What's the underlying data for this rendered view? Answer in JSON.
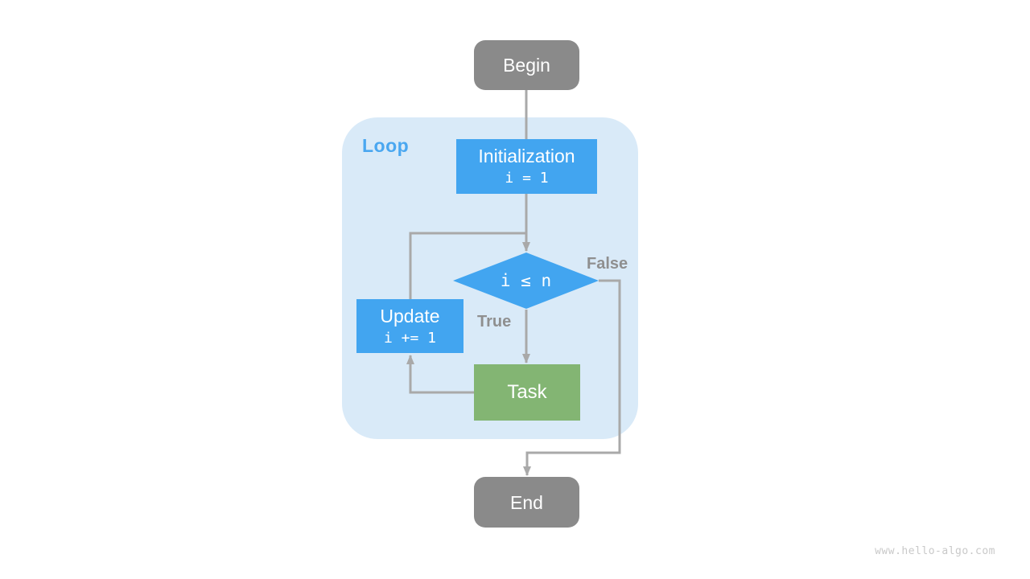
{
  "diagram": {
    "type": "flowchart",
    "loop_container_label": "Loop",
    "nodes": {
      "begin": {
        "label": "Begin"
      },
      "initialization": {
        "label": "Initialization",
        "code": "i = 1"
      },
      "condition": {
        "label": "i ≤ n"
      },
      "update": {
        "label": "Update",
        "code": "i += 1"
      },
      "task": {
        "label": "Task"
      },
      "end": {
        "label": "End"
      }
    },
    "edge_labels": {
      "true": "True",
      "false": "False"
    },
    "colors": {
      "node-blue": "#42a5f0",
      "node-green": "#83b573",
      "node-gray": "#8a8a8a",
      "loop-bg": "#d9eaf8",
      "loop-label": "#4aa7f0",
      "line": "#a9a9a9",
      "edge-label": "#8f8f8f",
      "watermark": "#c9c9c9"
    },
    "watermark": "www.hello-algo.com"
  }
}
